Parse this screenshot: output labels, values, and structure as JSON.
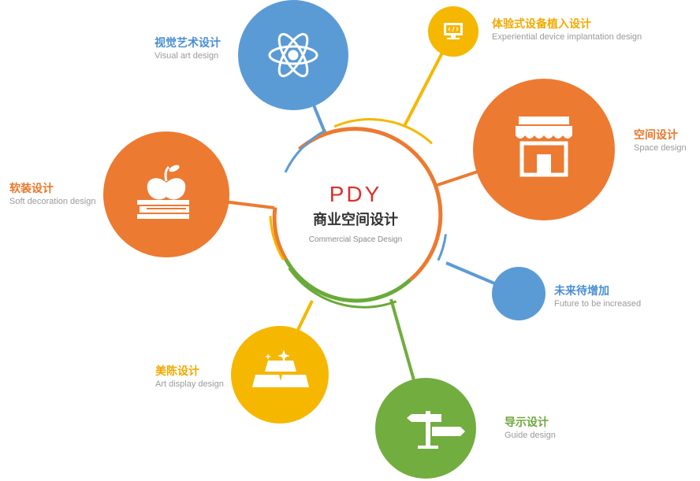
{
  "center": {
    "logo": "PDY",
    "title": "商业空间设计",
    "subtitle": "Commercial Space Design"
  },
  "nodes": {
    "visual": {
      "title": "视觉艺术设计",
      "subtitle": "Visual art  design",
      "icon": "atom-eye-icon",
      "color": "#5b9bd5"
    },
    "device": {
      "title": "体验式设备植入设计",
      "subtitle": "Experiential device implantation design",
      "icon": "monitor-code-icon",
      "color": "#f5b700"
    },
    "space": {
      "title": "空间设计",
      "subtitle": "Space design",
      "icon": "storefront-icon",
      "color": "#ec7a31"
    },
    "soft": {
      "title": "软装设计",
      "subtitle": "Soft decoration design",
      "icon": "apple-books-icon",
      "color": "#ec7a31"
    },
    "future": {
      "title": "未来待增加",
      "subtitle": "Future to be increased",
      "icon": "",
      "color": "#5b9bd5"
    },
    "art": {
      "title": "美陈设计",
      "subtitle": "Art display design",
      "icon": "gold-bars-icon",
      "color": "#f5b700"
    },
    "guide": {
      "title": "导示设计",
      "subtitle": "Guide design",
      "icon": "signpost-icon",
      "color": "#72ad3f"
    }
  }
}
